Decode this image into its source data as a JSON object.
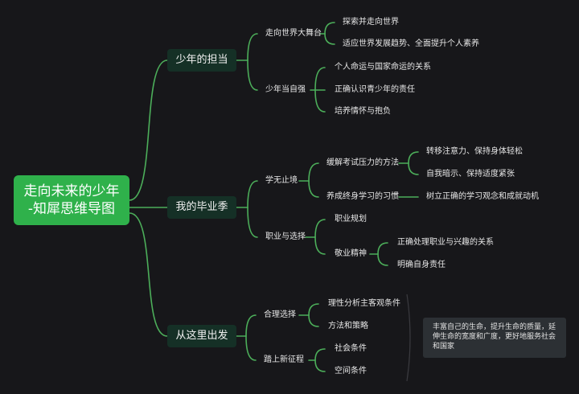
{
  "root": {
    "line1": "走向未来的少年",
    "line2": "-知犀思维导图"
  },
  "branches": [
    {
      "label": "少年的担当",
      "children": [
        {
          "label": "走向世界大舞台",
          "children": [
            "探索并走向世界",
            "适应世界发展趋势、全面提升个人素养"
          ]
        },
        {
          "label": "少年当自强",
          "children": [
            "个人命运与国家命运的关系",
            "正确认识青少年的责任",
            "培养情怀与抱负"
          ]
        }
      ]
    },
    {
      "label": "我的毕业季",
      "children": [
        {
          "label": "学无止境",
          "children": [
            {
              "label": "缓解考试压力的方法",
              "children": [
                "转移注意力、保持身体轻松",
                "自我暗示、保持适度紧张"
              ]
            },
            {
              "label": "养成终身学习的习惯",
              "children": [
                "树立正确的学习观念和成就动机"
              ]
            }
          ]
        },
        {
          "label": "职业与选择",
          "children": [
            {
              "label": "职业规划",
              "children": []
            },
            {
              "label": "敬业精神",
              "children": [
                "正确处理职业与兴趣的关系",
                "明确自身责任"
              ]
            }
          ]
        }
      ]
    },
    {
      "label": "从这里出发",
      "children": [
        {
          "label": "合理选择",
          "children": [
            "理性分析主客观条件",
            "方法和策略"
          ]
        },
        {
          "label": "踏上新征程",
          "children": [
            "社会条件",
            "空间条件"
          ]
        }
      ]
    }
  ],
  "note": "丰富自己的生命，提升生命的质量，延伸生命的宽度和广度，更好地服务社会和国家",
  "colors": {
    "line": "#4cae5a",
    "root": "#2fb14b",
    "l1": "#153026",
    "background": "#17171a"
  }
}
